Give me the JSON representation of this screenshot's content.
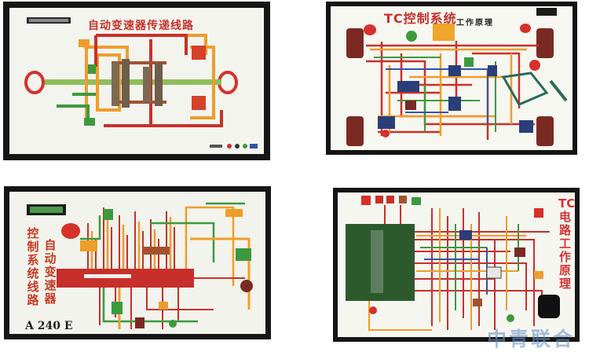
{
  "panels": [
    {
      "title": "自动变速器传递线路"
    },
    {
      "title": "TC控制系统",
      "subtitle": "工作原理"
    },
    {
      "side_text_left": "控制系统线路",
      "side_text_right": "自动变速器",
      "model": "A 240 E"
    },
    {
      "title": "TC电路工作原理"
    }
  ],
  "watermark": "中青联合",
  "colors": {
    "red": "#c9302a",
    "orange": "#ef9d2a",
    "green": "#3c9a3d",
    "blue": "#2f55a8",
    "brown": "#a4512f"
  }
}
